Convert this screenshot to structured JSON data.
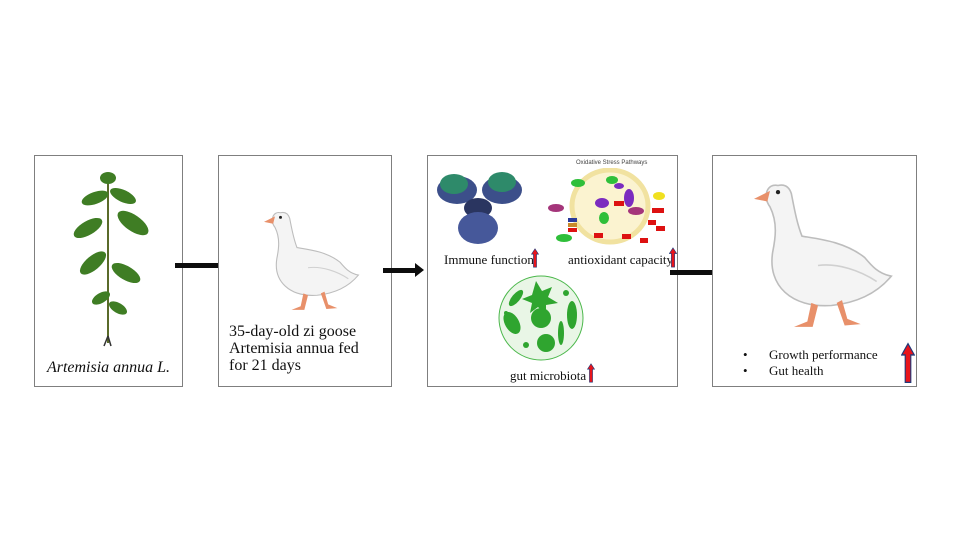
{
  "panel1": {
    "label": "Artemisia annua L."
  },
  "panel2": {
    "line1": "35-day-old zi goose",
    "line2": "Artemisia annua fed",
    "line3": "for 21 days"
  },
  "panel3": {
    "immune_label": "Immune function",
    "antioxidant_label": "antioxidant capacity",
    "pathway_title": "Oxidative Stress Pathways",
    "microbiota_label": "gut microbiota"
  },
  "panel4": {
    "outcomes": [
      "Growth performance",
      "Gut health"
    ]
  },
  "colors": {
    "arrow_red": "#e8141b",
    "arrow_outline": "#1f3a7a",
    "microbe_green": "#2fa52f"
  }
}
